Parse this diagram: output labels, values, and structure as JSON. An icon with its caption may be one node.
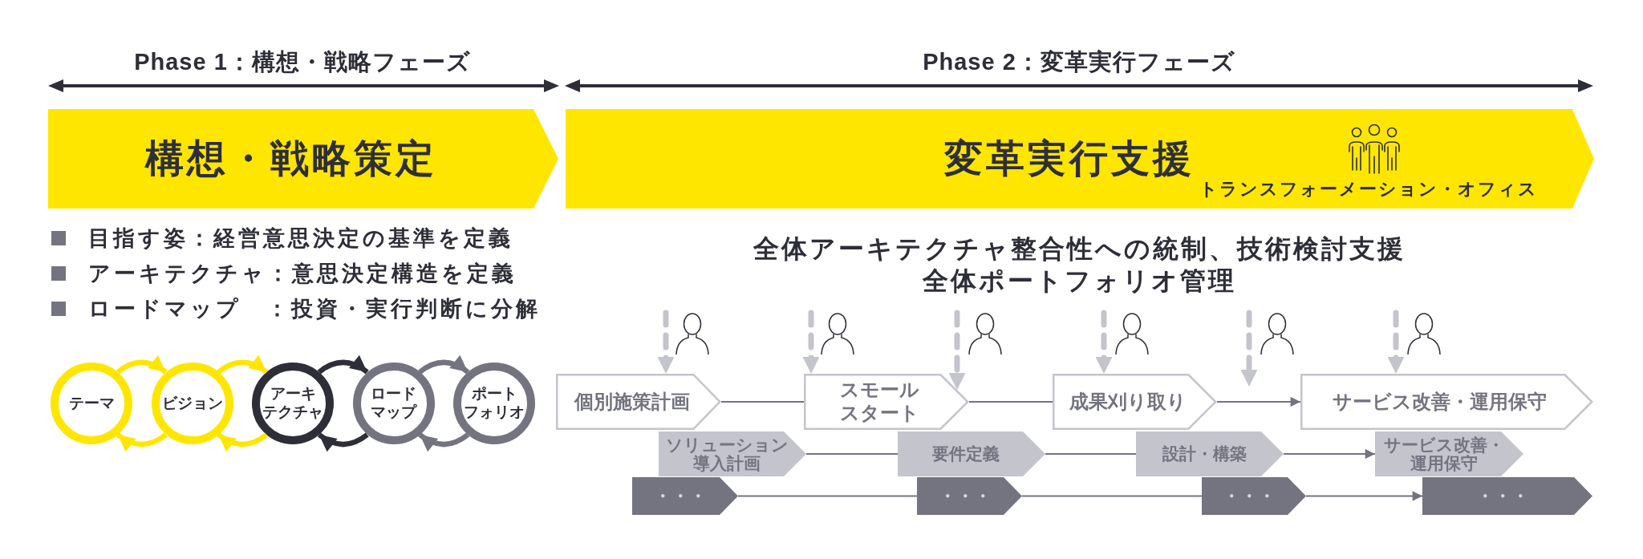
{
  "diagram": {
    "nodes": [
      {
        "text": [
          "構想・戦略策定"
        ]
      },
      {
        "text": [
          "変革実行支援",
          "トランスフォーメーション・オフィス"
        ]
      },
      {
        "text": [
          "テーマ"
        ]
      },
      {
        "text": [
          "ビジョン"
        ]
      },
      {
        "text": [
          "アーキテクチャ"
        ]
      },
      {
        "text": [
          "ロードマップ"
        ]
      },
      {
        "text": [
          "ポートフォリオ"
        ]
      },
      {
        "text": [
          "個別施策計画"
        ]
      },
      {
        "text": [
          "スモールスタート"
        ]
      },
      {
        "text": [
          "成果刈り取り"
        ]
      },
      {
        "text": [
          "サービス改善・運用保守"
        ]
      },
      {
        "text": [
          "ソリューション導入計画"
        ]
      },
      {
        "text": [
          "要件定義"
        ]
      },
      {
        "text": [
          "設計・構築"
        ]
      },
      {
        "text": [
          "サービス改善・運用保守"
        ]
      },
      {
        "text": [
          "・・・"
        ]
      },
      {
        "text": [
          "・・・"
        ]
      },
      {
        "text": [
          "・・・"
        ]
      },
      {
        "text": [
          "・・・"
        ]
      }
    ],
    "edges": [
      {
        "from": 2,
        "to": 3,
        "arrow": "to",
        "color": "#ffe600"
      },
      {
        "from": 3,
        "to": 2,
        "arrow": "to",
        "color": "#ffe600"
      },
      {
        "from": 3,
        "to": 4,
        "arrow": "to",
        "color": "#ffe600"
      },
      {
        "from": 4,
        "to": 3,
        "arrow": "to",
        "color": "#ffe600"
      },
      {
        "from": 4,
        "to": 5,
        "arrow": "to",
        "color": "#2e2e38"
      },
      {
        "from": 5,
        "to": 4,
        "arrow": "to",
        "color": "#2e2e38"
      },
      {
        "from": 5,
        "to": 6,
        "arrow": "to"
      },
      {
        "from": 6,
        "to": 5,
        "arrow": "to"
      },
      {
        "from": 7,
        "to": 8,
        "arrow": "none"
      },
      {
        "from": 8,
        "to": 9,
        "arrow": "none"
      },
      {
        "from": 9,
        "to": 10,
        "arrow": "to"
      },
      {
        "from": 11,
        "to": 12,
        "arrow": "none"
      },
      {
        "from": 12,
        "to": 13,
        "arrow": "none"
      },
      {
        "from": 13,
        "to": 14,
        "arrow": "to"
      },
      {
        "from": 15,
        "to": 16,
        "arrow": "none"
      },
      {
        "from": 16,
        "to": 17,
        "arrow": "none"
      },
      {
        "from": 17,
        "to": 18,
        "arrow": "to"
      },
      {
        "from": null,
        "to": 7,
        "arrow": "to",
        "style": "dashed",
        "color": "#c4c4cd"
      },
      {
        "from": null,
        "to": 8,
        "arrow": "to",
        "style": "dashed",
        "color": "#c4c4cd"
      },
      {
        "from": null,
        "to": 8,
        "arrow": "to",
        "style": "dashed",
        "color": "#c4c4cd"
      },
      {
        "from": null,
        "to": 9,
        "arrow": "to",
        "style": "dashed",
        "color": "#c4c4cd"
      },
      {
        "from": null,
        "to": 10,
        "arrow": "to",
        "style": "dashed",
        "color": "#c4c4cd"
      }
    ],
    "labels": [
      "Phase 1：構想・戦略フェーズ",
      "Phase 2：変革実行フェーズ",
      "目指す姿：経営意思決定の基準を定義",
      "アーキテクチャ：意思決定構造を定義",
      "ロードマップ　：投資・実行判断に分解",
      "全体アーキテクチャ整合性への統制、技術検討支援",
      "全体ポートフォリオ管理"
    ]
  }
}
